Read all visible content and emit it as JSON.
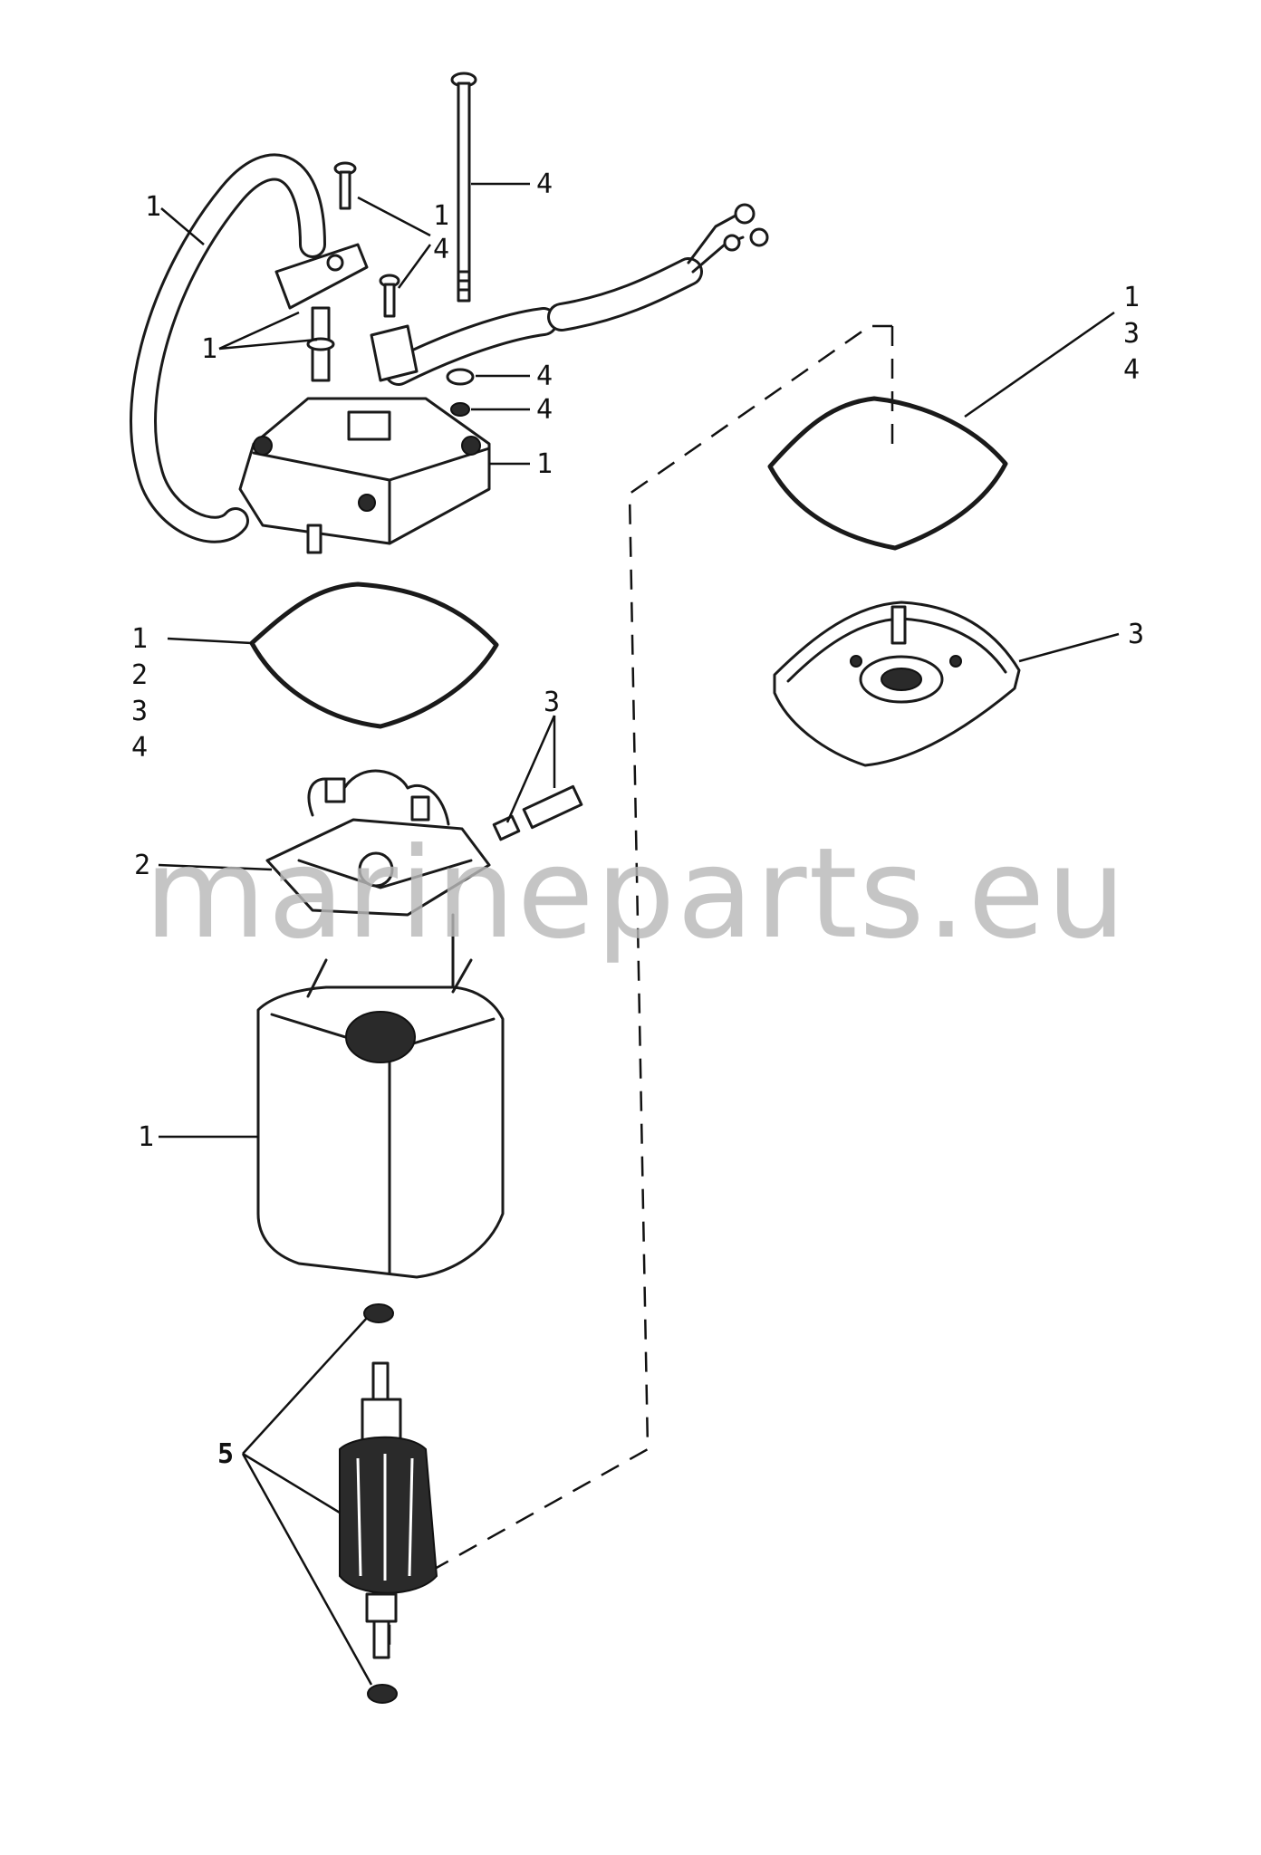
{
  "watermark": "marineparts.eu",
  "callouts": {
    "hose_1": "1",
    "rod_4": "4",
    "screw_group_1": "1",
    "screw_group_4": "4",
    "bracket_1": "1",
    "washer_4a": "4",
    "washer_4b": "4",
    "endcap_1": "1",
    "gasket_top_1": "1",
    "gasket_top_3": "3",
    "gasket_top_4": "4",
    "endcap_right_3": "3",
    "gasket_left_1": "1",
    "gasket_left_2": "2",
    "gasket_left_3": "3",
    "gasket_left_4": "4",
    "brushes_3": "3",
    "brush_plate_2": "2",
    "housing_1": "1",
    "armature_5": "5"
  }
}
